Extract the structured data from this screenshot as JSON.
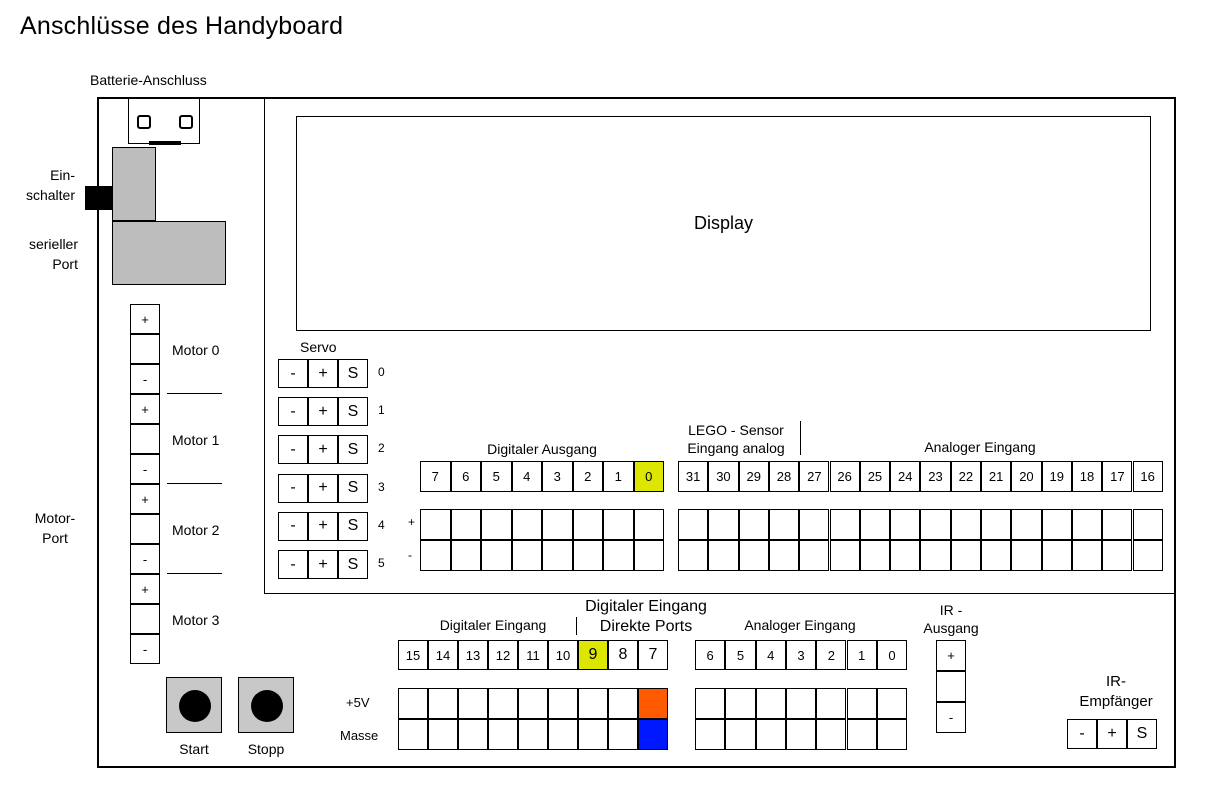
{
  "title": "Anschlüsse des Handyboard",
  "battery_label": "Batterie-Anschluss",
  "switch_label": [
    "Ein-",
    "schalter"
  ],
  "serial_label": [
    "serieller",
    "Port"
  ],
  "display_label": "Display",
  "motor_port_label": [
    "Motor-",
    "Port"
  ],
  "motors": [
    {
      "name": "Motor 0",
      "top": "+",
      "bottom": "-"
    },
    {
      "name": "Motor 1",
      "top": "+",
      "bottom": "-"
    },
    {
      "name": "Motor 2",
      "top": "+",
      "bottom": "-"
    },
    {
      "name": "Motor 3",
      "top": "+",
      "bottom": "-"
    }
  ],
  "servo": {
    "label": "Servo",
    "cells": [
      "-",
      "+",
      "S"
    ],
    "numbers": [
      "0",
      "1",
      "2",
      "3",
      "4",
      "5"
    ]
  },
  "digital_output": {
    "label": "Digitaler Ausgang",
    "ports": [
      "7",
      "6",
      "5",
      "4",
      "3",
      "2",
      "1",
      "0"
    ],
    "highlight_index": 7
  },
  "lego_sensor_label": [
    "LEGO - Sensor",
    "Eingang analog"
  ],
  "analog_input_upper": {
    "label": "Analoger Eingang",
    "ports": [
      "31",
      "30",
      "29",
      "28",
      "27",
      "26",
      "25",
      "24",
      "23",
      "22",
      "21",
      "20",
      "19",
      "18",
      "17",
      "16"
    ]
  },
  "plus_minus": [
    "+",
    "-"
  ],
  "digital_input": {
    "label": "Digitaler Eingang",
    "ports": [
      "15",
      "14",
      "13",
      "12",
      "11",
      "10"
    ]
  },
  "digital_input_direct": {
    "label": [
      "Digitaler Eingang",
      "Direkte Ports"
    ],
    "ports": [
      "9",
      "8",
      "7"
    ],
    "highlight_index": 0
  },
  "analog_input_lower": {
    "label": "Analoger Eingang",
    "ports": [
      "6",
      "5",
      "4",
      "3",
      "2",
      "1",
      "0"
    ]
  },
  "power_labels": [
    "+5V",
    "Masse"
  ],
  "ir_output": {
    "label": [
      "IR -",
      "Ausgang"
    ],
    "cells": [
      "+",
      "",
      "-"
    ]
  },
  "ir_receiver": {
    "label": [
      "IR-",
      "Empfänger"
    ],
    "cells": [
      "-",
      "+",
      "S"
    ]
  },
  "buttons": [
    "Start",
    "Stopp"
  ],
  "colors": {
    "highlight_yellow": "#dde600",
    "plus5v_orange": "#ff5a00",
    "ground_blue": "#0018ff",
    "grey": "#bdbdbd"
  }
}
